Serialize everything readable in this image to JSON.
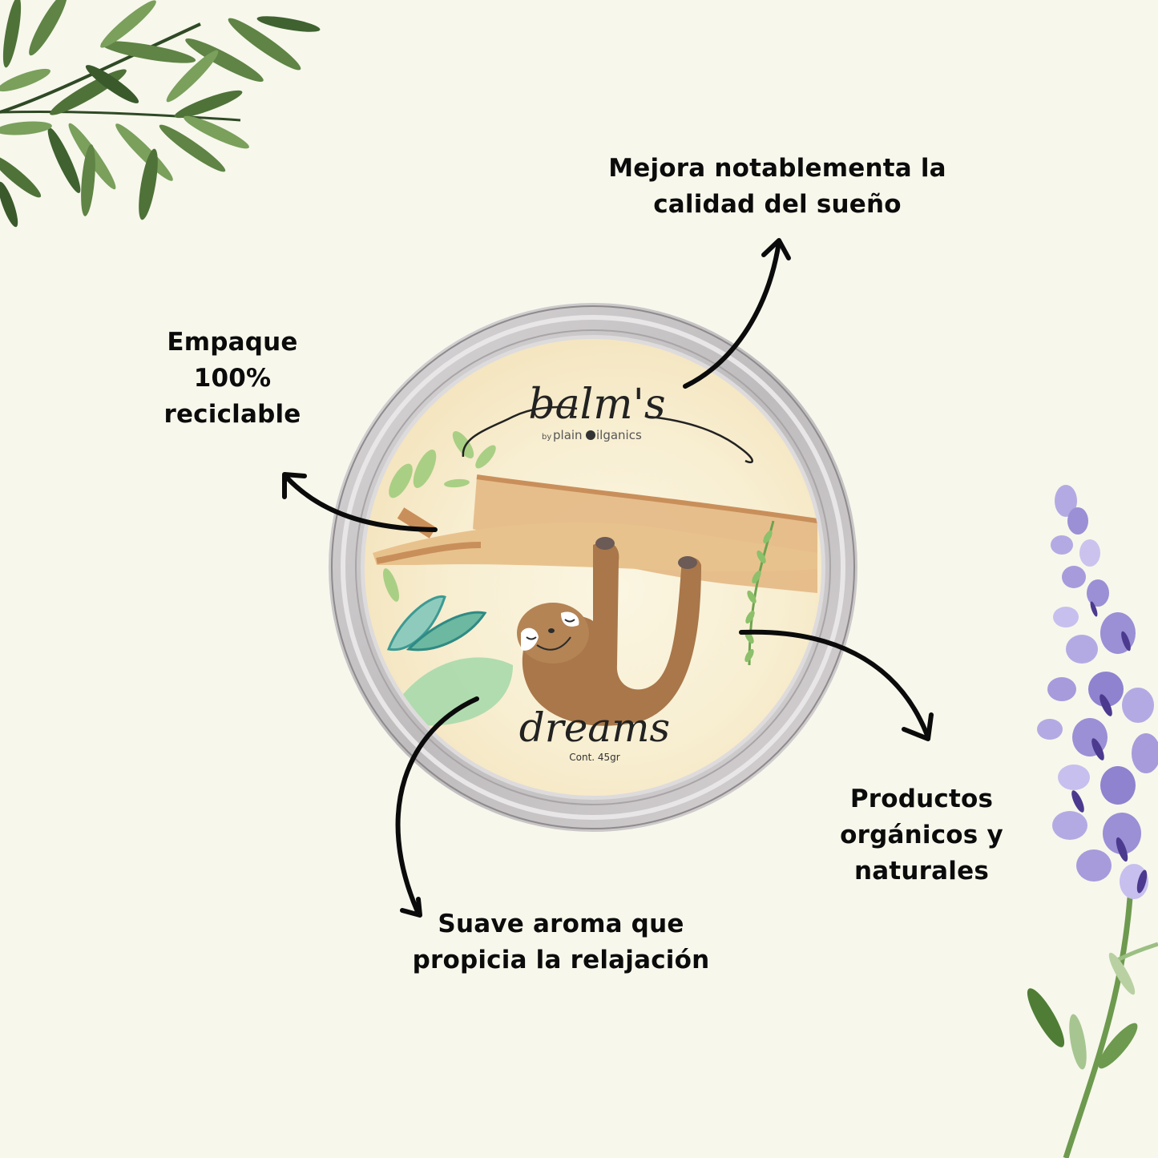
{
  "product": {
    "name_script": "balm's",
    "brand_prefix": "by",
    "brand_name_part1": "plain",
    "brand_name_part2": "ilganics",
    "variant_script": "dreams",
    "content_label": "Cont. 45gr"
  },
  "features": [
    {
      "id": "sleep",
      "lines": [
        "Mejora notablementa la",
        "calidad del sueño"
      ]
    },
    {
      "id": "packaging",
      "lines": [
        "Empaque",
        "100%",
        "reciclable"
      ]
    },
    {
      "id": "organic",
      "lines": [
        "Productos",
        "orgánicos y",
        "naturales"
      ]
    },
    {
      "id": "aroma",
      "lines": [
        "Suave aroma que",
        "propicia la relajación"
      ]
    }
  ],
  "decorations": {
    "top_left": "rosemary-branch",
    "right": "lavender-sprig",
    "tin_illustration": "sleeping-sloth-on-branch"
  },
  "colors": {
    "background": "#f7f7ec",
    "label_cream": "#f6e9c6",
    "tin_silver": "#c9c6c8",
    "text": "#0b0b0b",
    "rosemary": "#5f8445",
    "lavender": "#9b8fd6",
    "branch": "#d2a070",
    "sloth": "#a9774a"
  }
}
